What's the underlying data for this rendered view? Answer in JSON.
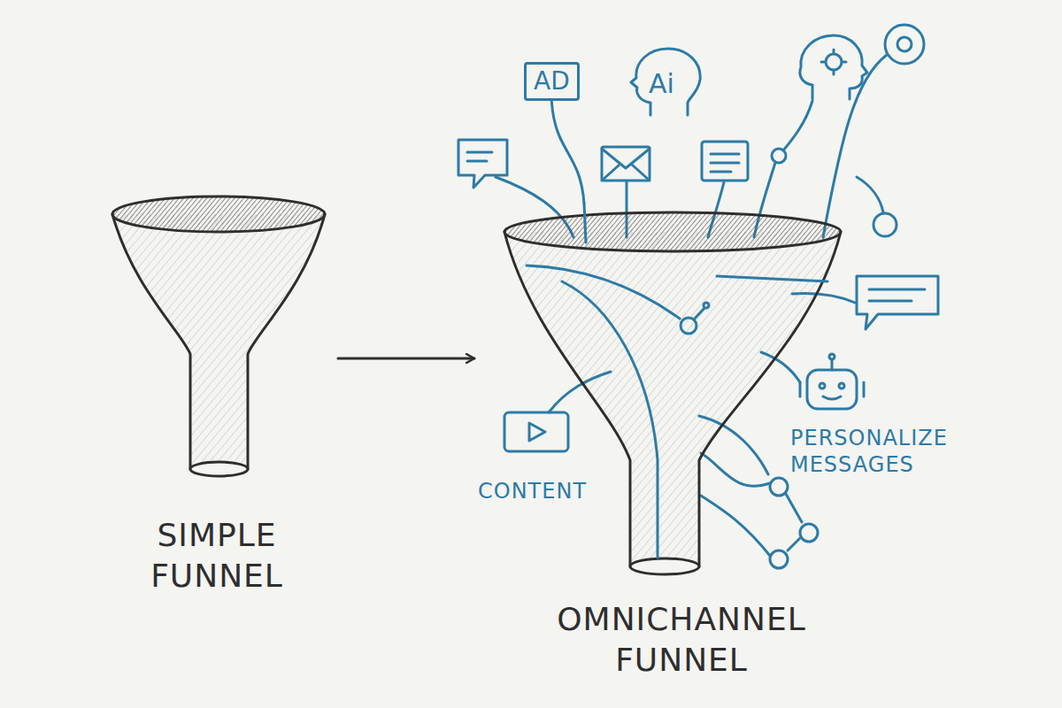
{
  "diagram": {
    "nodes": [
      {
        "text": [
          "SIMPLE FUNNEL"
        ]
      },
      {
        "text": [
          "AD"
        ]
      },
      {
        "text": [
          "Ai"
        ]
      },
      {
        "text": [
          "OMNICHANNEL FUNNEL"
        ]
      }
    ],
    "edges": [
      {
        "from": 0,
        "to": 3,
        "arrow": "to"
      },
      {
        "from": 1,
        "to": 3,
        "arrow": "none"
      }
    ],
    "labels": [
      "CONTENT",
      "PERSONALIZE MESSAGES"
    ]
  }
}
